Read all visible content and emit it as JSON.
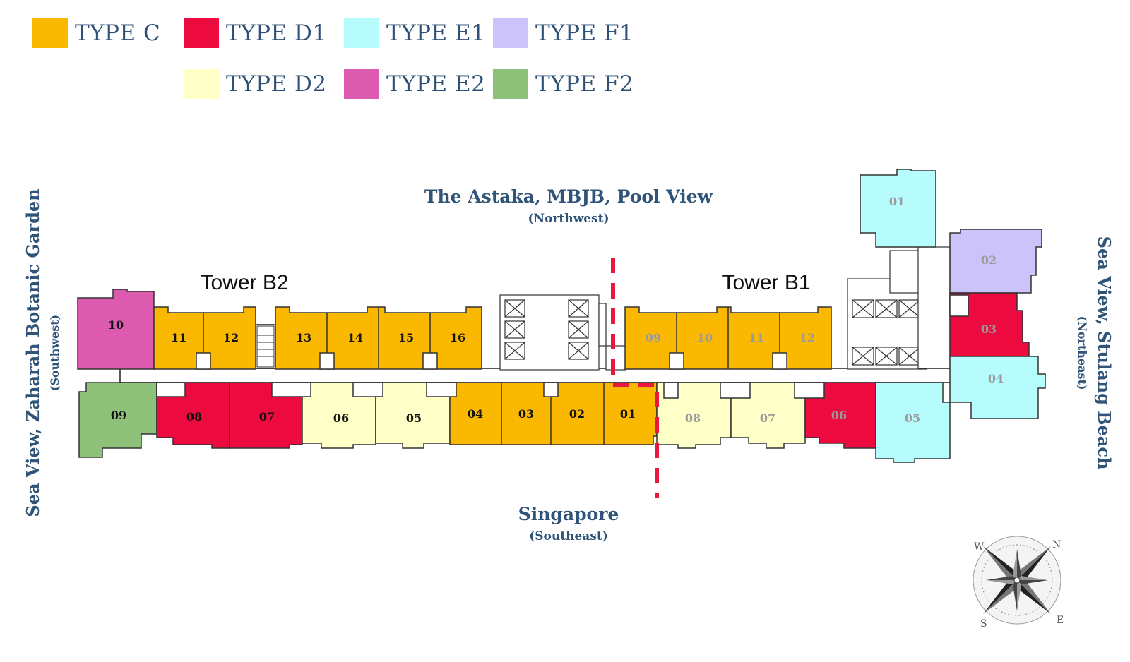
{
  "legend": [
    {
      "label": "TYPE C",
      "color": "#fbb800"
    },
    {
      "label": "TYPE D1",
      "color": "#ed0a3f"
    },
    {
      "label": "TYPE E1",
      "color": "#b6fcfc"
    },
    {
      "label": "TYPE F1",
      "color": "#cdc3fb"
    },
    {
      "label": "TYPE D2",
      "color": "#ffffc8"
    },
    {
      "label": "TYPE E2",
      "color": "#dd5bae"
    },
    {
      "label": "TYPE F2",
      "color": "#8ec27a"
    }
  ],
  "views": {
    "top_title": "The Astaka, MBJB, Pool View",
    "top_sub": "(Northwest)",
    "bottom_title": "Singapore",
    "bottom_sub": "(Southeast)",
    "left_title": "Sea View, Zaharah Botanic Garden",
    "left_sub": "(Southwest)",
    "right_title": "Sea View, Stulang Beach",
    "right_sub": "(Northeast)"
  },
  "towers": {
    "b2": "Tower B2",
    "b1": "Tower B1"
  },
  "compass": {
    "n": "N",
    "s": "S",
    "e": "E",
    "w": "W"
  },
  "units": {
    "b2_top": [
      "10",
      "11",
      "12",
      "13",
      "14",
      "15",
      "16"
    ],
    "b2_bottom": [
      "09",
      "08",
      "07",
      "06",
      "05",
      "04",
      "03",
      "02",
      "01"
    ],
    "b1_top": [
      "09",
      "10",
      "11",
      "12"
    ],
    "b1_bottom": [
      "08",
      "07",
      "06",
      "05"
    ],
    "b1_right": [
      "01",
      "02",
      "03",
      "04"
    ]
  }
}
